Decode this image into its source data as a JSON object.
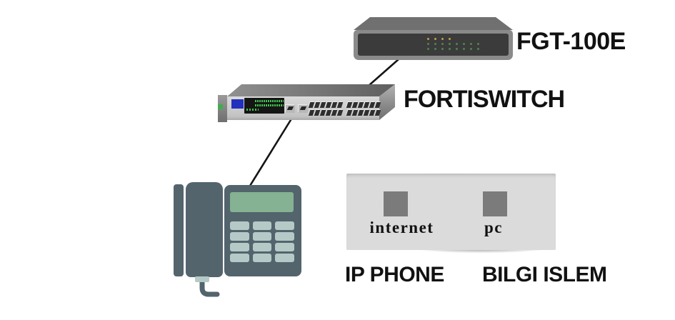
{
  "fortigate": {
    "label": "FGT-100E",
    "leds": {
      "amber_count": 4,
      "green_top_count": 8,
      "green_bottom_count": 8
    }
  },
  "fortiswitch": {
    "label": "FORTISWITCH",
    "port_rows": 2,
    "ports_per_row": 12,
    "sfp_ports": 2
  },
  "ip_phone": {
    "key_count": 12,
    "key_columns": 3
  },
  "wall_plate": {
    "internet_label": "internet",
    "pc_label": "pc"
  },
  "captions": {
    "ip_phone": "IP PHONE",
    "bilgi_islem": "BILGI ISLEM"
  },
  "connections": [
    {
      "from": "FGT-100E",
      "to": "FORTISWITCH"
    },
    {
      "from": "FORTISWITCH",
      "to": "IP PHONE"
    }
  ],
  "colors": {
    "phone_body": "#53646d",
    "phone_screen": "#85b292",
    "phone_key": "#b5cac7",
    "plate_bg": "#dbdbdb",
    "plate_port": "#7b7b7b",
    "led_green_bright": "#43c24f",
    "led_green_dim": "#4e8552",
    "led_amber": "#bfa24e",
    "switch_badge_blue": "#2230bd",
    "switch_power_green": "#3fae4e",
    "line_color": "#151515",
    "text_color": "#111111"
  }
}
